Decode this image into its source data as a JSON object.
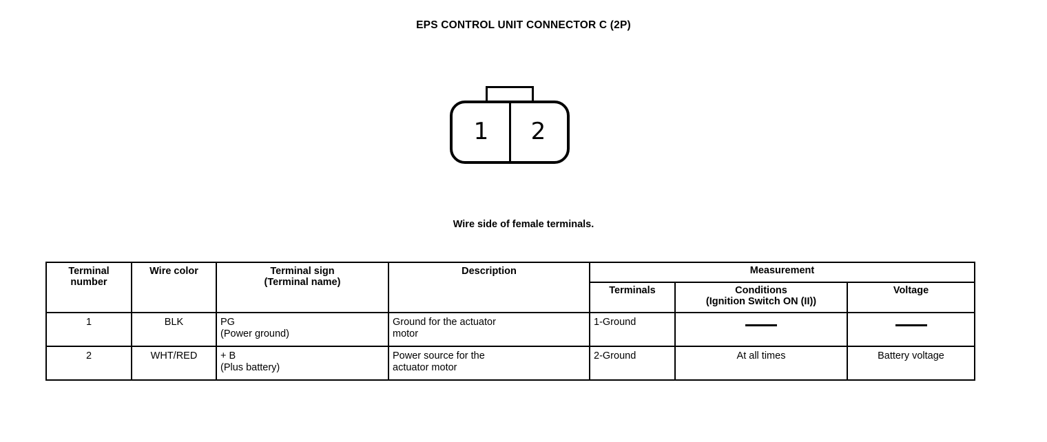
{
  "page": {
    "title": "EPS CONTROL UNIT CONNECTOR C (2P)",
    "caption": "Wire side of female terminals."
  },
  "connector": {
    "pins": [
      {
        "label": "1"
      },
      {
        "label": "2"
      }
    ]
  },
  "table": {
    "headers": {
      "terminal_number_line1": "Terminal",
      "terminal_number_line2": "number",
      "wire_color": "Wire color",
      "terminal_sign_line1": "Terminal sign",
      "terminal_sign_line2": "(Terminal name)",
      "description": "Description",
      "measurement": "Measurement",
      "terminals": "Terminals",
      "conditions_line1": "Conditions",
      "conditions_line2": "(Ignition Switch ON (II))",
      "voltage": "Voltage"
    },
    "rows": [
      {
        "terminal_number": "1",
        "wire_color": "BLK",
        "terminal_sign_line1": "PG",
        "terminal_sign_line2": "(Power ground)",
        "description_line1": "Ground for the actuator",
        "description_line2": "motor",
        "terminals": "1-Ground",
        "conditions": "—",
        "voltage": "—"
      },
      {
        "terminal_number": "2",
        "wire_color": "WHT/RED",
        "terminal_sign_line1": "+ B",
        "terminal_sign_line2": "(Plus battery)",
        "description_line1": "Power source for the",
        "description_line2": "actuator motor",
        "terminals": "2-Ground",
        "conditions": "At all times",
        "voltage": "Battery voltage"
      }
    ]
  }
}
